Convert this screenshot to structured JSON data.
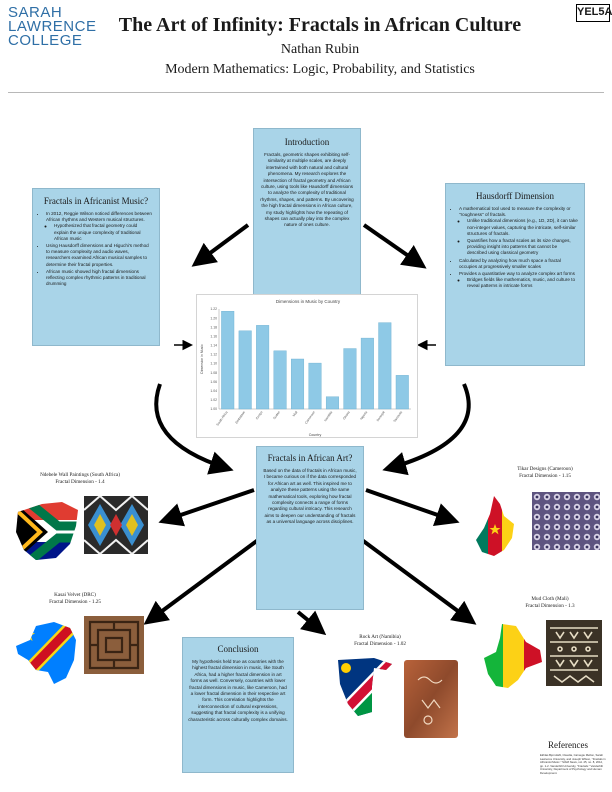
{
  "header": {
    "logo_lines": [
      "SARAH",
      "LAWRENCE",
      "COLLEGE"
    ],
    "badge": "YEL5A",
    "title": "The Art of Infinity: Fractals in African Culture",
    "author": "Nathan Rubin",
    "course": "Modern Mathematics: Logic, Probability, and Statistics"
  },
  "intro": {
    "title": "Introduction",
    "text": "Fractals, geometric shapes exhibiting self-similarity at multiple scales, are deeply intertwined with both natural and cultural phenomena. My research explores the intersection of fractal geometry and African culture, using tools like Hausdorff dimensions to analyze the complexity of traditional rhythms, shapes, and patterns. By uncovering the high fractal dimensions in African culture, my study highlights how the repeating of shapes can actually play into the complex nature of ones culture."
  },
  "fractals_music": {
    "title": "Fractals in Africanist Music?",
    "bullets": [
      "In 2012, Reggie Wilson noticed differences between African rhythms and Western musical structures.",
      "Using Hausdorff dimensions and Higuchi's method to measure complexity and audio waves, researchers examined African musical samples to determine their fractal properties.",
      "African music showed high fractal dimensions reflecting complex rhythmic patterns in traditional drumming"
    ],
    "sub_bullet": "Hypothesized that fractal geometry could explain the unique complexity of traditional African music"
  },
  "hausdorff": {
    "title": "Hausdorff Dimension",
    "b1": "A mathematical tool used to measure the complexity or \"roughness\" of fractals.",
    "b1_subs": [
      "Unlike traditional dimensions (e.g., 1D, 2D), it can take non-integer values, capturing the intricate, self-similar structures of fractals.",
      "Quantifies how a fractal scales as its size changes, providing insight into patterns that cannot be described using classical geometry"
    ],
    "b2": "Calculated by analyzing how much space a fractal occupies at progressively smaller scales",
    "b3": "Provides a quantitative way to analyze complex art forms",
    "b3_subs": [
      "Bridges fields like mathematics, music, and culture to reveal patterns in intricate forms"
    ]
  },
  "center": {
    "title": "Fractals in African Art?",
    "text": "Based on the data of fractals in African music, I became curious on if the data corresponded for African art as well. This inspired me to analyze these patterns using the same mathematical tools, exploring how fractal complexity connects a range of forms regarding cultural intricacy. This research aims to deepen our understanding of fractals as a universal language across disciplines."
  },
  "conclusion": {
    "title": "Conclusion",
    "text": "My hypothesis held true as countries with the highest fractal dimension in music, like South Africa, had a higher fractal dimension in art forms as well. Conversely, countries with lower fractal dimensions in music, like Cameroon, had a lower fractal dimension in their respective art form. This correlation highlights the interconnection of cultural expressions, suggesting that fractal complexity is a unifying characteristic across culturally complex domains."
  },
  "art": {
    "ndebele": {
      "name": "Ndebele Wall Paintings (South Africa)",
      "dim": "Fractal Dimension - 1.4"
    },
    "tikar": {
      "name": "Tikar Designs (Cameroon)",
      "dim": "Fractal Dimension - 1.15"
    },
    "kasai": {
      "name": "Kasai Velvet (DRC)",
      "dim": "Fractal Dimension - 1.25"
    },
    "mud": {
      "name": "Mud Cloth (Mali)",
      "dim": "Fractal Dimension - 1.3"
    },
    "rock": {
      "name": "Rock Art (Namibia)",
      "dim": "Fractal Dimension - 1.02"
    }
  },
  "references": {
    "title": "References",
    "text": "Ekhlas Bjorndahl, Claudia, Carnegie Mellon, Sarah Lawrence University, and Joseph Wilson, \"Fractals in Africanist Music.\" SIAM News, vol. 45, no. 8, 2012, pp. 1-2. Vanderbilt University, \"Fractals.\" Vanderbilt University, Department of Psychology and Human Development."
  },
  "chart_data": {
    "type": "bar",
    "title": "Dimensions in Music by Country",
    "xlabel": "Country",
    "ylabel": "Dimension in Music",
    "categories": [
      "South Africa",
      "Zimbabwe",
      "Congo",
      "Sudan",
      "Mali",
      "Cameroon",
      "Namibia",
      "Ghana",
      "Nigeria",
      "Senegal",
      "Tanzania"
    ],
    "values": [
      1.215,
      1.172,
      1.184,
      1.128,
      1.11,
      1.101,
      1.027,
      1.133,
      1.156,
      1.19,
      1.074
    ],
    "ylim": [
      1.0,
      1.22
    ],
    "yticks": [
      "1.00",
      "1.02",
      "1.04",
      "1.06",
      "1.08",
      "1.10",
      "1.12",
      "1.14",
      "1.16",
      "1.18",
      "1.20",
      "1.22"
    ],
    "grid": false,
    "color": "#8ec9e6"
  },
  "colors": {
    "box": "#a9d4e8",
    "bar": "#8ec9e6",
    "logo": "#2f6fa6"
  }
}
